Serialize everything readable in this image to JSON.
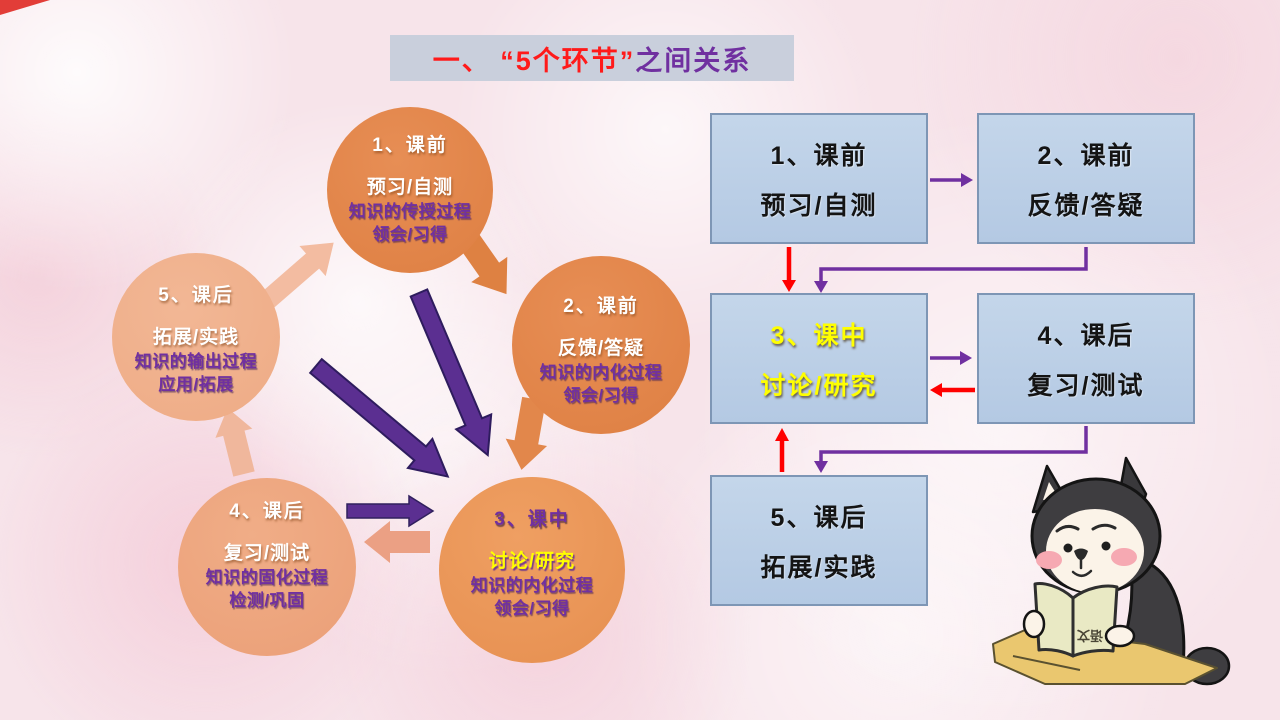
{
  "title": {
    "red_part": "一、 “5个环节”",
    "purple_part": " 之间关系"
  },
  "cycle": {
    "circles": [
      {
        "line1": "1、课前",
        "line2": "预习/自测",
        "line3": "知识的传授过程",
        "line4": "领会/习得"
      },
      {
        "line1": "2、课前",
        "line2": "反馈/答疑",
        "line3": "知识的内化过程",
        "line4": "领会/习得"
      },
      {
        "line1": "3、课中",
        "line2": "讨论/研究",
        "line3": "知识的内化过程",
        "line4": "领会/习得"
      },
      {
        "line1": "4、课后",
        "line2": "复习/测试",
        "line3": "知识的固化过程",
        "line4": "检测/巩固"
      },
      {
        "line1": "5、课后",
        "line2": "拓展/实践",
        "line3": "知识的输出过程",
        "line4": "应用/拓展"
      }
    ]
  },
  "flowchart": {
    "boxes": [
      {
        "line1": "1、课前",
        "line2": "预习/自测"
      },
      {
        "line1": "2、课前",
        "line2": "反馈/答疑"
      },
      {
        "line1": "3、课中",
        "line2": "讨论/研究"
      },
      {
        "line1": "4、课后",
        "line2": "复习/测试"
      },
      {
        "line1": "5、课后",
        "line2": "拓展/实践"
      }
    ]
  },
  "mascot": {
    "book_label": "语文"
  },
  "colors": {
    "title_red": "#FF1A1A",
    "title_purple": "#7030A0",
    "title_bg": "#C9CFDC",
    "circle_orange": "#E2854B",
    "circle_orange_light": "#EA9557",
    "circle_salmon": "#EDA47E",
    "circle_salmon_light": "#F0B08F",
    "purple_arrow": "#5B2F91",
    "flow_arrow_purple": "#7030A0",
    "red_arrow": "#FF0000",
    "flow_box_fill": "#B9CDE6",
    "flow_box_border": "#7E96B5",
    "circle_text_purple": "#7030A0",
    "highlight_yellow": "#FFFF00"
  }
}
